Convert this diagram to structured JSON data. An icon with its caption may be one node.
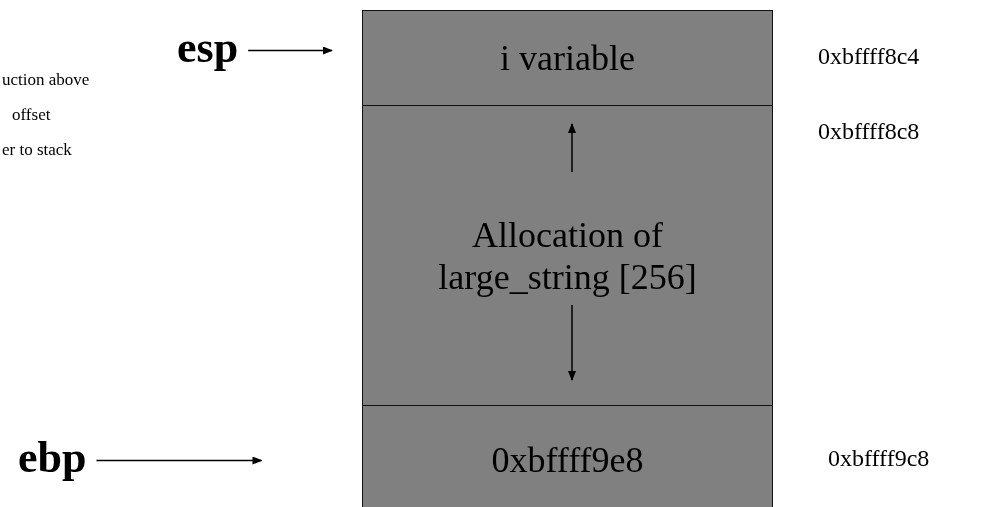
{
  "diagram": {
    "nodes": [
      {
        "text": [
          "i variable"
        ],
        "beside": [
          "0xbffff8c4"
        ]
      },
      {
        "text": [
          "Allocation of large_string [256]"
        ],
        "beside": [
          "0xbffff8c8"
        ]
      },
      {
        "text": [
          "0xbffff9e8"
        ],
        "beside": [
          "0xbffff9c8"
        ]
      },
      {
        "text": [
          "esp"
        ]
      },
      {
        "text": [
          "ebp"
        ]
      }
    ],
    "edges": [
      {
        "from": 3,
        "to": 0,
        "arrow": "to"
      },
      {
        "from": 4,
        "to": null,
        "arrow": "to"
      }
    ],
    "labels": [
      "uction above",
      "offset",
      "er to stack"
    ]
  }
}
